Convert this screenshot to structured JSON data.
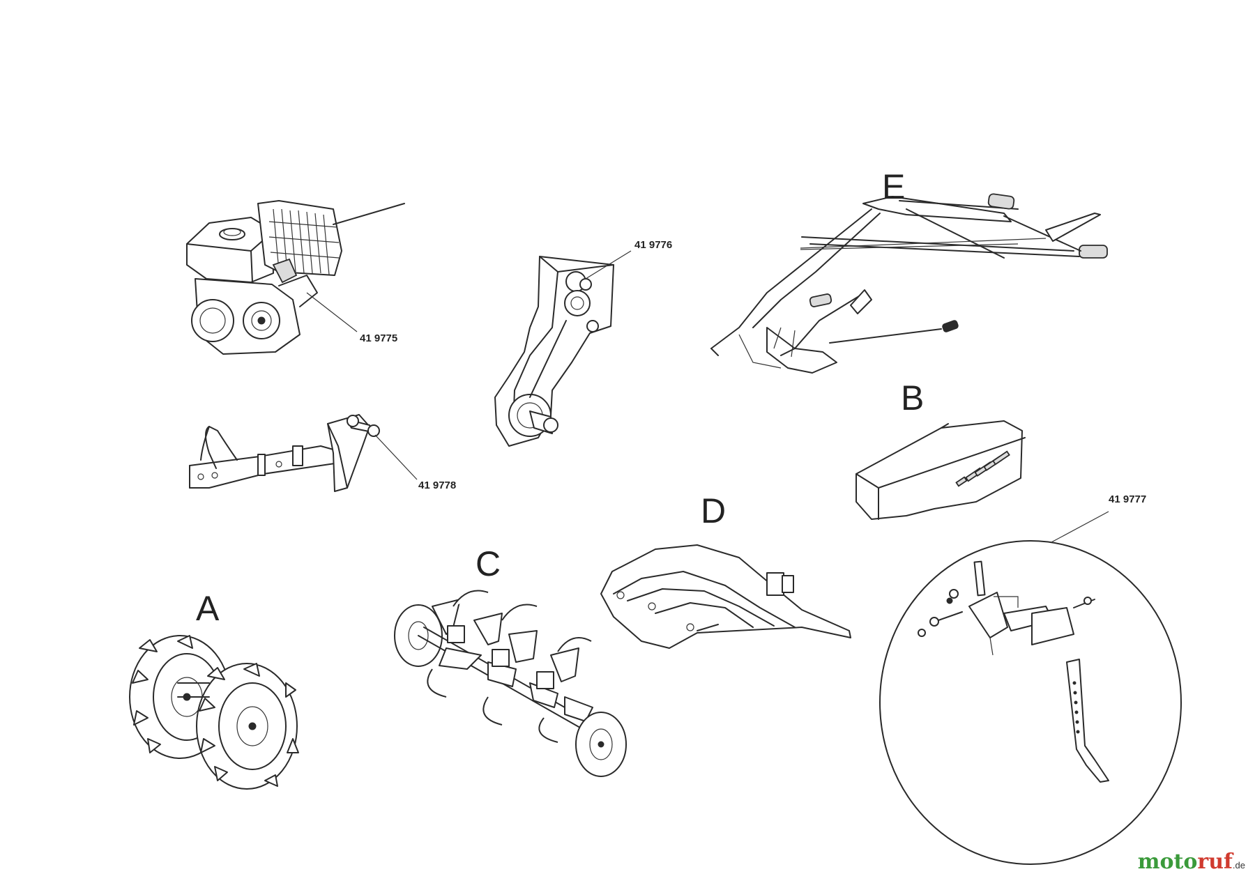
{
  "labels": {
    "a": "A",
    "b": "B",
    "c": "C",
    "d": "D",
    "e": "E"
  },
  "part_numbers": {
    "engine": "41 9775",
    "gearbox": "41 9776",
    "frame": "41 9778",
    "depth_stake": "41 9777"
  },
  "logo": {
    "part1": "moto",
    "part2": "ruf",
    "tld": ".de"
  },
  "colors": {
    "logo_green": "#3a9a3a",
    "logo_red": "#d03a2e",
    "line": "#2a2a2a"
  }
}
